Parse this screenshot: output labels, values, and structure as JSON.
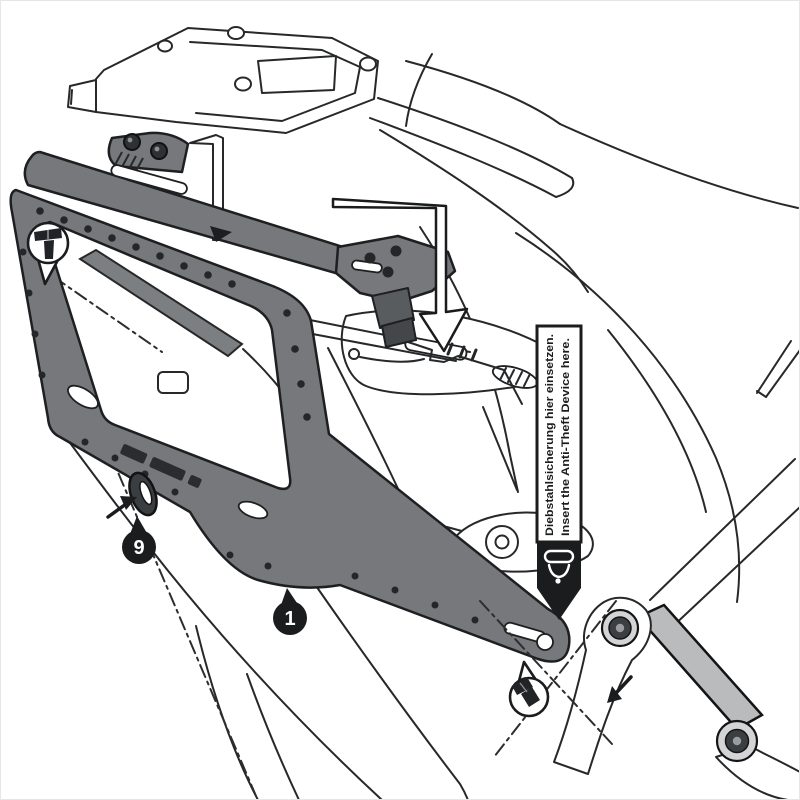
{
  "annotation_label": {
    "de": "Diebstahlsicherung hier einsetzen.",
    "en": "Insert the Anti-Theft Device here."
  },
  "callouts": {
    "carrier": "1",
    "grommet": "9"
  },
  "icons": {
    "screw_top": "flat-head-screw-icon",
    "screw_bottom": "flat-head-screw-icon",
    "anti_theft_lock": "lock-icon",
    "insert_arrow": "down-arrow-icon",
    "grommet_pointer": "small-arrow-icon",
    "mount_pointer": "small-arrow-icon"
  },
  "colors": {
    "background": "#ffffff",
    "outline": "#26282a",
    "carrier_gray": "#77787b",
    "carrier_dark": "#595c5e",
    "link_gray": "#b9bbbd",
    "label_border": "#1b1c1e",
    "label_background": "#ffffff",
    "balloon_black": "#1b1c1e"
  }
}
